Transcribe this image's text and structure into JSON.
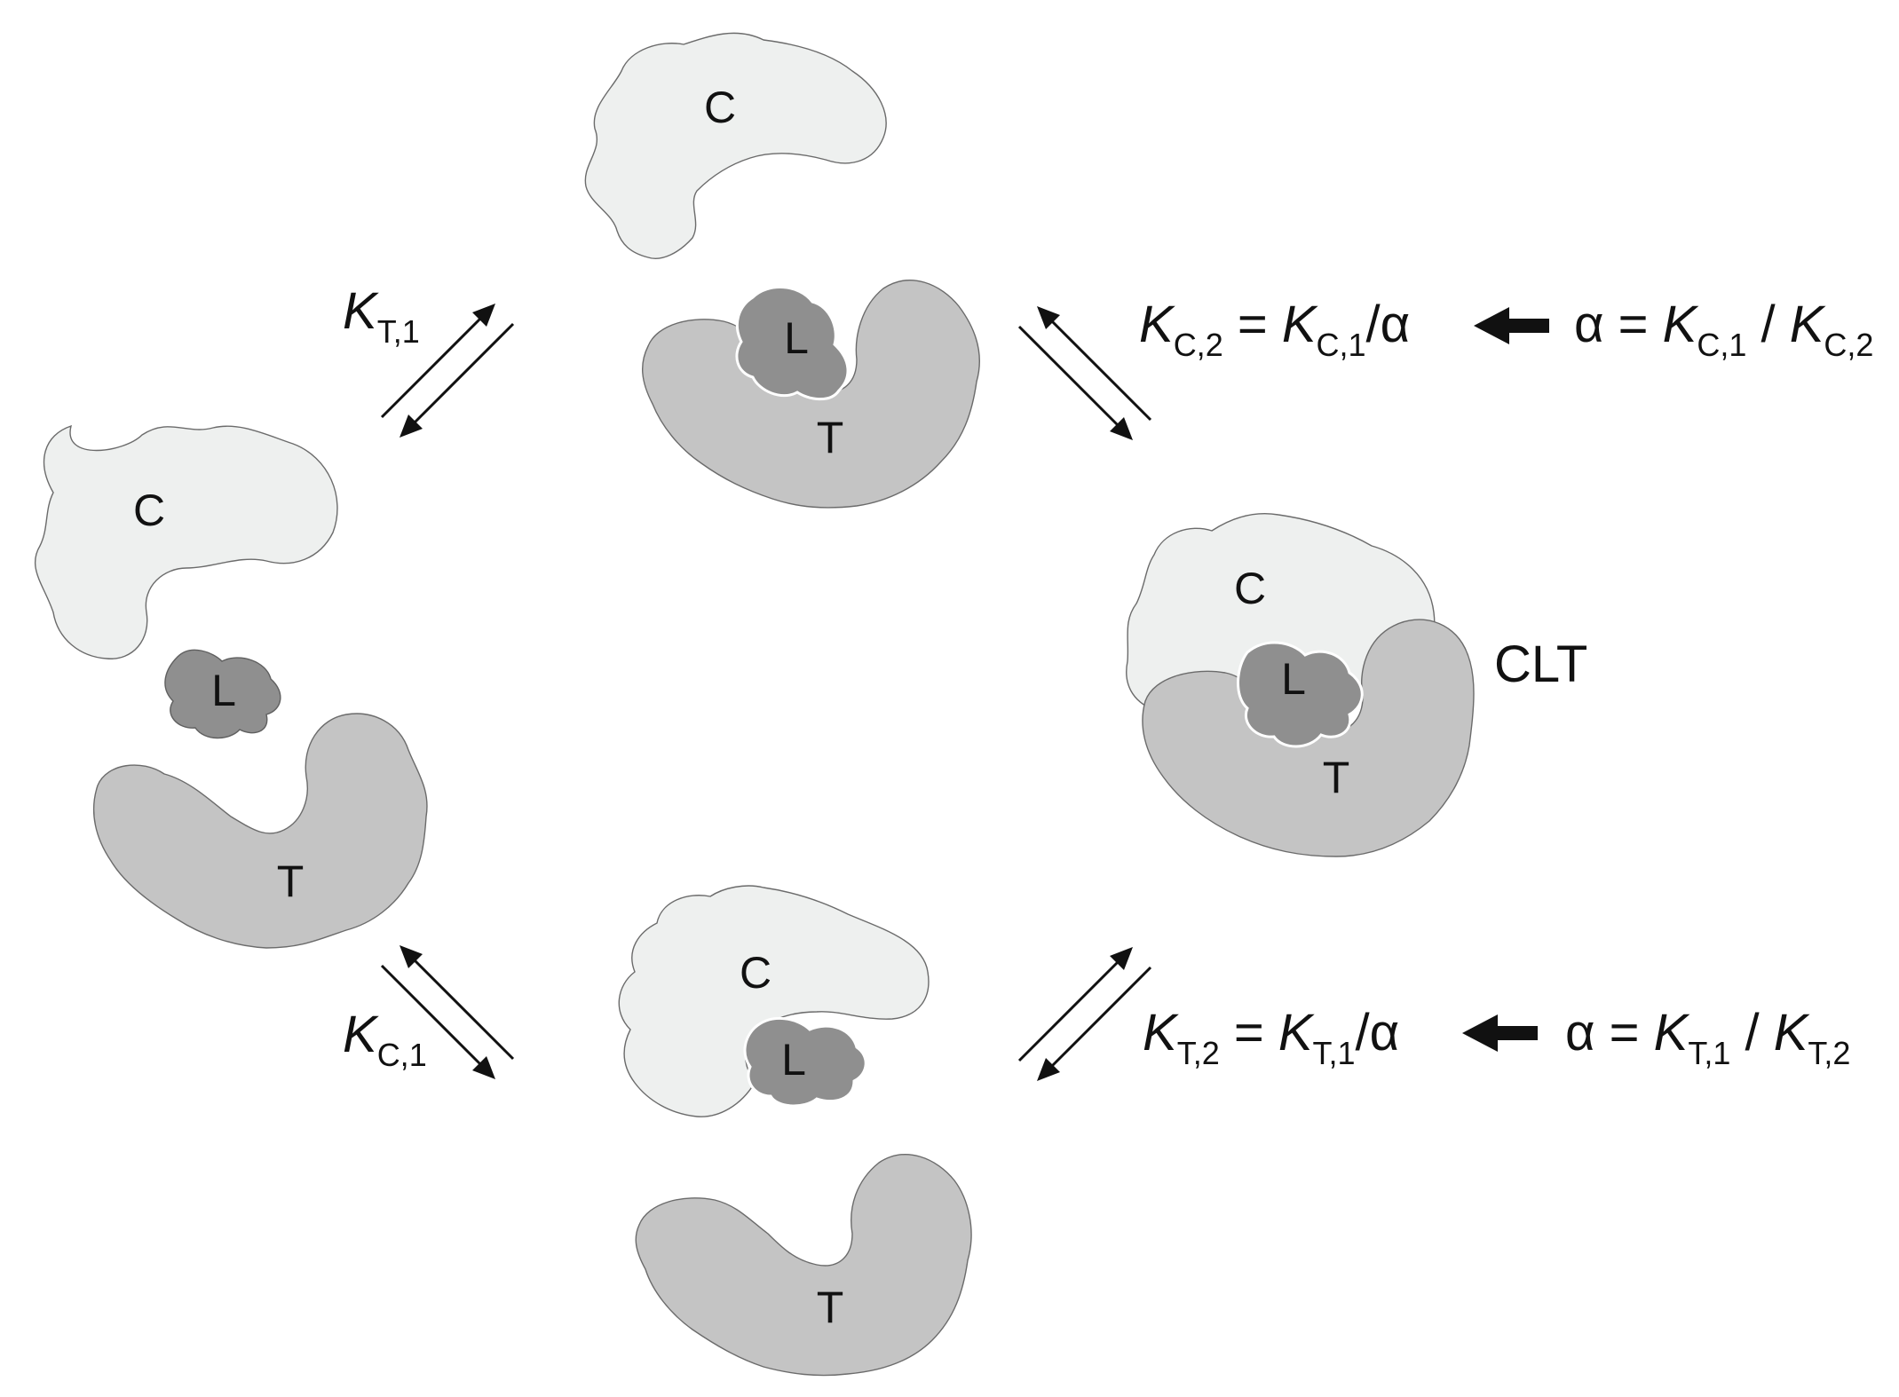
{
  "labels": {
    "c": "C",
    "l": "L",
    "t": "T",
    "complex": "CLT"
  },
  "equations": {
    "k_t1": {
      "k": "K",
      "sub": "T,1"
    },
    "k_c1": {
      "k": "K",
      "sub": "C,1"
    },
    "k_c2_eq": {
      "lhs_k": "K",
      "lhs_sub": "C,2",
      "eq": " = ",
      "rhs_k": "K",
      "rhs_sub": "C,1",
      "tail": "/α"
    },
    "alpha_c": {
      "alpha": "α = ",
      "k1": "K",
      "sub1": "C,1",
      "sep": " / ",
      "k2": "K",
      "sub2": "C,2"
    },
    "k_t2_eq": {
      "lhs_k": "K",
      "lhs_sub": "T,2",
      "eq": " = ",
      "rhs_k": "K",
      "rhs_sub": "T,1",
      "tail": "/α"
    },
    "alpha_t": {
      "alpha": "α = ",
      "k1": "K",
      "sub1": "T,1",
      "sep": " / ",
      "k2": "K",
      "sub2": "T,2"
    }
  },
  "colors": {
    "c_fill": "#eef0ef",
    "t_fill": "#c4c4c4",
    "l_fill": "#8f8f8f",
    "outline": "#6b6b6b",
    "text": "#111111"
  }
}
